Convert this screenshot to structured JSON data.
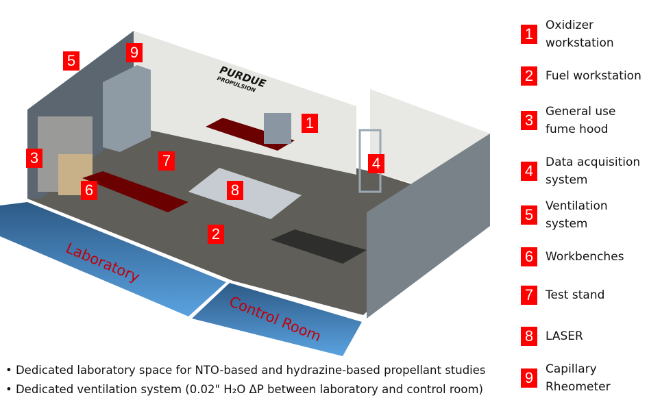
{
  "title": "Purdue Propulsion laboratory layout",
  "logo": {
    "line1": "PURDUE",
    "line2": "PROPULSION"
  },
  "scene": {
    "room_labels": {
      "laboratory": "Laboratory",
      "control_room": "Control Room"
    },
    "markers": [
      "1",
      "2",
      "3",
      "4",
      "5",
      "6",
      "7",
      "8",
      "9"
    ],
    "colors": {
      "marker": "#ff0000",
      "floor_zone": "#3a7fc4",
      "floor": "#5f5e58",
      "bench": "#6b0000",
      "wall": "#7a8289",
      "room_label": "#c0000a"
    }
  },
  "legend": [
    {
      "num": "1",
      "label": "Oxidizer\nworkstation"
    },
    {
      "num": "2",
      "label": "Fuel workstation"
    },
    {
      "num": "3",
      "label": "General use\nfume hood"
    },
    {
      "num": "4",
      "label": "Data acquisition\nsystem"
    },
    {
      "num": "5",
      "label": "Ventilation\nsystem"
    },
    {
      "num": "6",
      "label": "Workbenches"
    },
    {
      "num": "7",
      "label": "Test stand"
    },
    {
      "num": "8",
      "label": "LASER"
    },
    {
      "num": "9",
      "label": "Capillary\nRheometer"
    }
  ],
  "bullets": [
    "• Dedicated laboratory space for NTO-based and hydrazine-based propellant studies",
    "• Dedicated ventilation system (0.02\" H₂O ΔP between laboratory and control room)"
  ]
}
